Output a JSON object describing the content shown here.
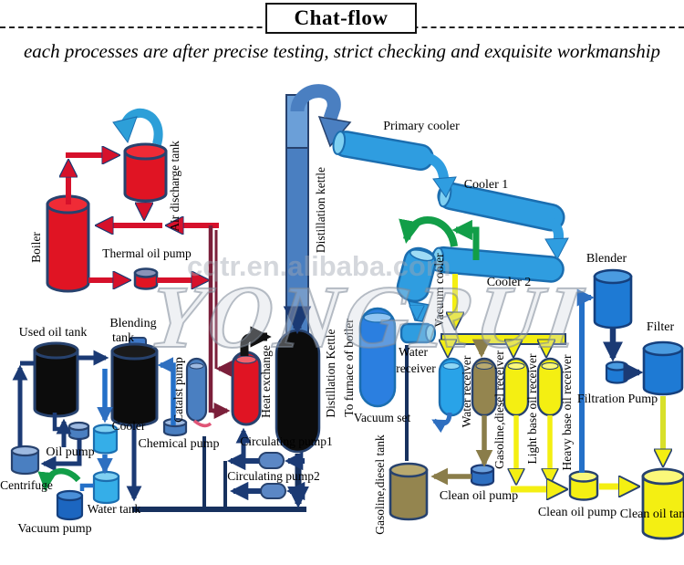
{
  "header": {
    "title": "Chat-flow",
    "subtitle": "each processes are after precise testing, strict checking and exquisite workmanship"
  },
  "watermarks": {
    "brand": "YONGRUI",
    "url": "cqtr.en.alibaba.com"
  },
  "labels": {
    "boiler": "Boiler",
    "air_discharge_tank": "Air discharge tank",
    "thermal_oil_pump": "Thermal oil pump",
    "distillation_riser": "Distillation kettle",
    "primary_cooler": "Primary cooler",
    "cooler_1": "Cooler 1",
    "cooler_2": "Cooler 2",
    "vacuum_cooler": "Vacuum cooler",
    "water_receiver_sm_1": "Water",
    "water_receiver_sm_2": "receiver",
    "vacuum_set": "Vacuum set",
    "to_furnace": "To furnace of boiler",
    "distillation_kettle": "Distillation Kettle",
    "heat_exchanger": "Heat exchange",
    "used_oil_tank": "Used oil tank",
    "blending_tank_1": "Blending",
    "blending_tank_2": "tank",
    "catalyst_pump": "Catalst pump",
    "chemical_pump": "Chemical pump",
    "cooler_small": "Cooler",
    "oil_pump": "Oil pump",
    "centrifuge": "Centrifuge",
    "vacuum_pump": "Vacuum pump",
    "water_tank": "Water tank",
    "circulating_pump_1": "Circulating pump1",
    "circulating_pump_2": "Circulating pump2",
    "water_receiver_col": "Water receiver",
    "gasoline_diesel_receiver": "Gasoline,diesel receiver",
    "light_base_oil_receiver": "Light base oil receiver",
    "heavy_base_oil_receiver": "Heavy base oil receiver",
    "gasoline_diesel_tank": "Gasoline,diesel tank",
    "clean_oil_pump_left": "Clean oil pump",
    "clean_oil_pump_right": "Clean oil pump",
    "blender": "Blender",
    "filtration_pump": "Filtration Pump",
    "filter": "Filter",
    "clean_oil_tank": "Clean oil tank"
  },
  "colors": {
    "hot_red": "#e01423",
    "navy_outline": "#1b3a74",
    "pipe_blue": "#2f9de0",
    "steel_blue": "#4a7fc1",
    "tank_black": "#0c0c0c",
    "khaki_brown": "#94854f",
    "product_yellow": "#f4ef12",
    "vapor_green": "#129e48",
    "thermal_maroon": "#7b1f3a"
  }
}
